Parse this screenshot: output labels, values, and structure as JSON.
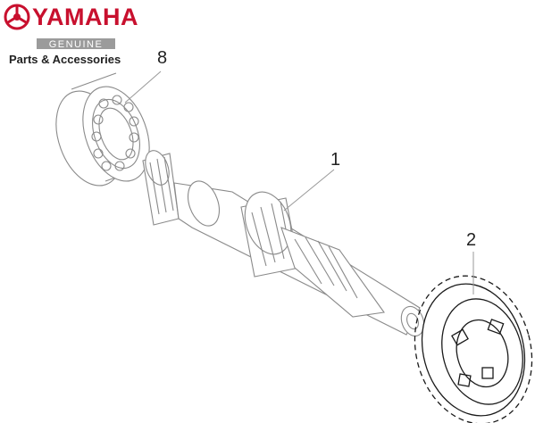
{
  "brand": {
    "name": "YAMAHA",
    "sub": "GENUINE",
    "tagline": "Parts & Accessories",
    "color": "#c8102e"
  },
  "callouts": [
    {
      "id": "bearing",
      "label": "8"
    },
    {
      "id": "shaft",
      "label": "1"
    },
    {
      "id": "gear",
      "label": "2"
    }
  ]
}
